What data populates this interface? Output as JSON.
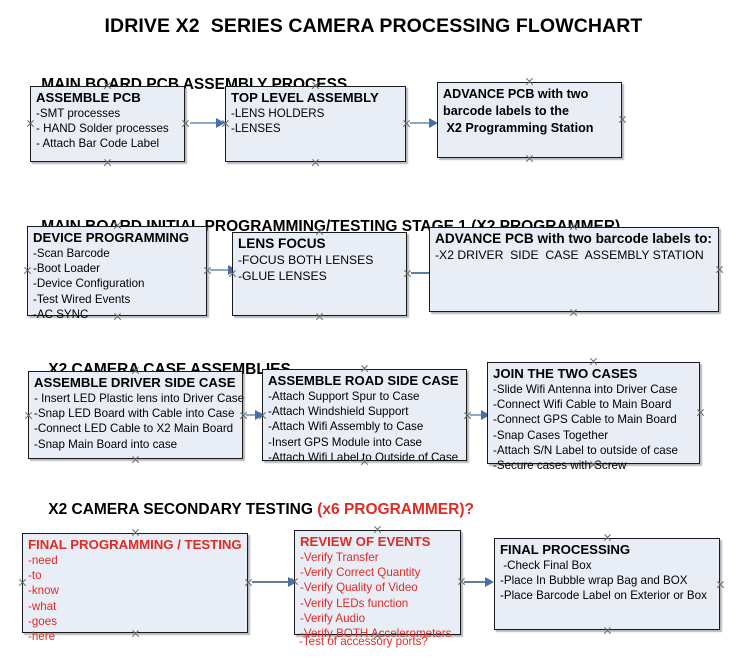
{
  "document": {
    "title": "IDRIVE X2  SERIES CAMERA PROCESSING FLOWCHART"
  },
  "sections": [
    {
      "heading": "MAIN BOARD PCB ASSEMBLY PROCESS",
      "heading_note": "",
      "boxes": [
        {
          "title": "ASSEMBLE PCB",
          "lines": [
            "-SMT processes",
            "- HAND Solder processes",
            "- Attach Bar Code Label"
          ]
        },
        {
          "title": "TOP LEVEL ASSEMBLY",
          "lines": [
            "-LENS HOLDERS",
            "-LENSES"
          ]
        },
        {
          "title": "ADVANCE PCB with two",
          "lines": [
            "barcode labels to the",
            " X2 Programming Station"
          ]
        }
      ]
    },
    {
      "heading": "MAIN BOARD INITIAL PROGRAMMING/TESTING STAGE 1 (X2 PROGRAMMER)",
      "heading_note": "",
      "boxes": [
        {
          "title": "DEVICE PROGRAMMING",
          "lines": [
            "-Scan Barcode",
            "-Boot Loader",
            "-Device Configuration",
            "-Test Wired Events",
            "-AC SYNC"
          ]
        },
        {
          "title": "LENS FOCUS",
          "lines": [
            "-FOCUS BOTH LENSES",
            "-GLUE LENSES"
          ]
        },
        {
          "title": "ADVANCE PCB with two barcode labels to:",
          "lines": [
            "-X2 DRIVER  SIDE  CASE  ASSEMBLY STATION"
          ]
        }
      ]
    },
    {
      "heading": "X2 CAMERA CASE ASSEMBLIES",
      "heading_note": "",
      "boxes": [
        {
          "title": "ASSEMBLE DRIVER SIDE CASE",
          "lines": [
            "- Insert LED Plastic lens into Driver Case",
            "-Snap LED Board with Cable into Case",
            "-Connect LED Cable to X2 Main Board",
            "-Snap Main Board into case"
          ]
        },
        {
          "title": "ASSEMBLE ROAD SIDE CASE",
          "lines": [
            "-Attach Support Spur to Case",
            "-Attach Windshield Support",
            "-Attach Wifi Assembly to Case",
            "-Insert GPS Module into Case",
            "-Attach Wifi Label to Outside of Case"
          ]
        },
        {
          "title": "JOIN THE TWO CASES",
          "lines": [
            "-Slide Wifi Antenna into Driver Case",
            "-Connect Wifi Cable to Main Board",
            "-Connect GPS Cable to Main Board",
            "-Snap Cases Together",
            "-Attach S/N Label to outside of case",
            "-Secure cases with Screw"
          ]
        }
      ]
    },
    {
      "heading": "X2 CAMERA SECONDARY TESTING ",
      "heading_note": "(x6 PROGRAMMER)?",
      "boxes": [
        {
          "title": "FINAL PROGRAMMING / TESTING",
          "lines": [
            "-need",
            "-to",
            "-know",
            "-what",
            "-goes",
            "-here"
          ]
        },
        {
          "title": "REVIEW OF EVENTS",
          "lines": [
            "-Verify Transfer",
            "-Verify Correct Quantity",
            "-Verify Quality of Video",
            "-Verify LEDs function",
            "-Verify Audio",
            "-Verify BOTH Accelerometers"
          ],
          "overflow_line": "-Test of accessory ports?"
        },
        {
          "title": "FINAL PROCESSING",
          "lines": [
            " -Check Final Box",
            "-Place In Bubble wrap Bag and BOX",
            "-Place Barcode Label on Exterior or Box"
          ]
        }
      ]
    }
  ],
  "colors": {
    "box_fill": "#e9edf6",
    "box_border": "#1a1a1a",
    "red_text": "#e02b25",
    "arrow_shaft": "#8fa8c4",
    "arrow_head": "#4a6fa8",
    "handle": "#6b6b6b"
  }
}
